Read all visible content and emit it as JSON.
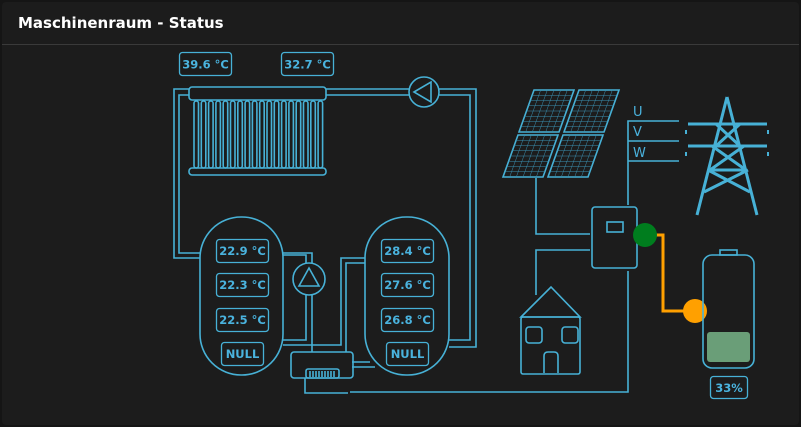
{
  "header": {
    "title": "Maschinenraum - Status"
  },
  "radiator": {
    "supply_temp": "39.6 °C",
    "return_temp": "32.7 °C"
  },
  "tank_left": {
    "temps": [
      "22.9 °C",
      "22.3 °C",
      "22.5 °C"
    ],
    "status": "NULL"
  },
  "tank_right": {
    "temps": [
      "28.4 °C",
      "27.6 °C",
      "26.8 °C"
    ],
    "status": "NULL"
  },
  "grid": {
    "phases": [
      "U",
      "V",
      "W"
    ]
  },
  "battery": {
    "soc_label": "33%",
    "soc_fraction": 0.33,
    "fill_color": "#6a9e78"
  },
  "status_colors": {
    "inverter": "#007d1e",
    "battery_link": "#ffa000"
  }
}
